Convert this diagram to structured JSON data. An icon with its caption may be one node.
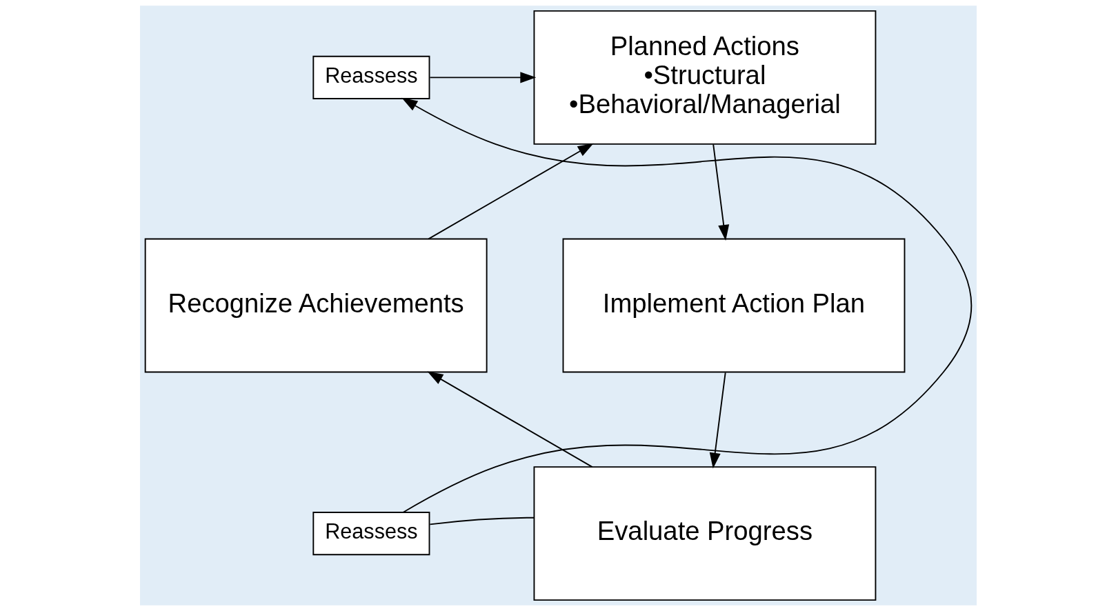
{
  "diagram": {
    "nodes": [
      {
        "text": [
          "Planned Actions",
          "•Structural",
          "•Behavioral/Managerial"
        ]
      },
      {
        "text": [
          "Implement Action Plan"
        ]
      },
      {
        "text": [
          "Evaluate Progress"
        ]
      },
      {
        "text": [
          "Recognize Achievements"
        ]
      },
      {
        "text": [
          "Reassess"
        ]
      },
      {
        "text": [
          "Reassess"
        ]
      }
    ],
    "edges": [
      {
        "from": 0,
        "to": 1,
        "arrow": "to"
      },
      {
        "from": 1,
        "to": 2,
        "arrow": "to"
      },
      {
        "from": 2,
        "to": 3,
        "arrow": "to"
      },
      {
        "from": 3,
        "to": 0,
        "arrow": "to"
      },
      {
        "from": 2,
        "to": 5,
        "arrow": "none"
      },
      {
        "from": 5,
        "to": 4,
        "arrow": "to"
      },
      {
        "from": 4,
        "to": 0,
        "arrow": "to"
      }
    ]
  }
}
